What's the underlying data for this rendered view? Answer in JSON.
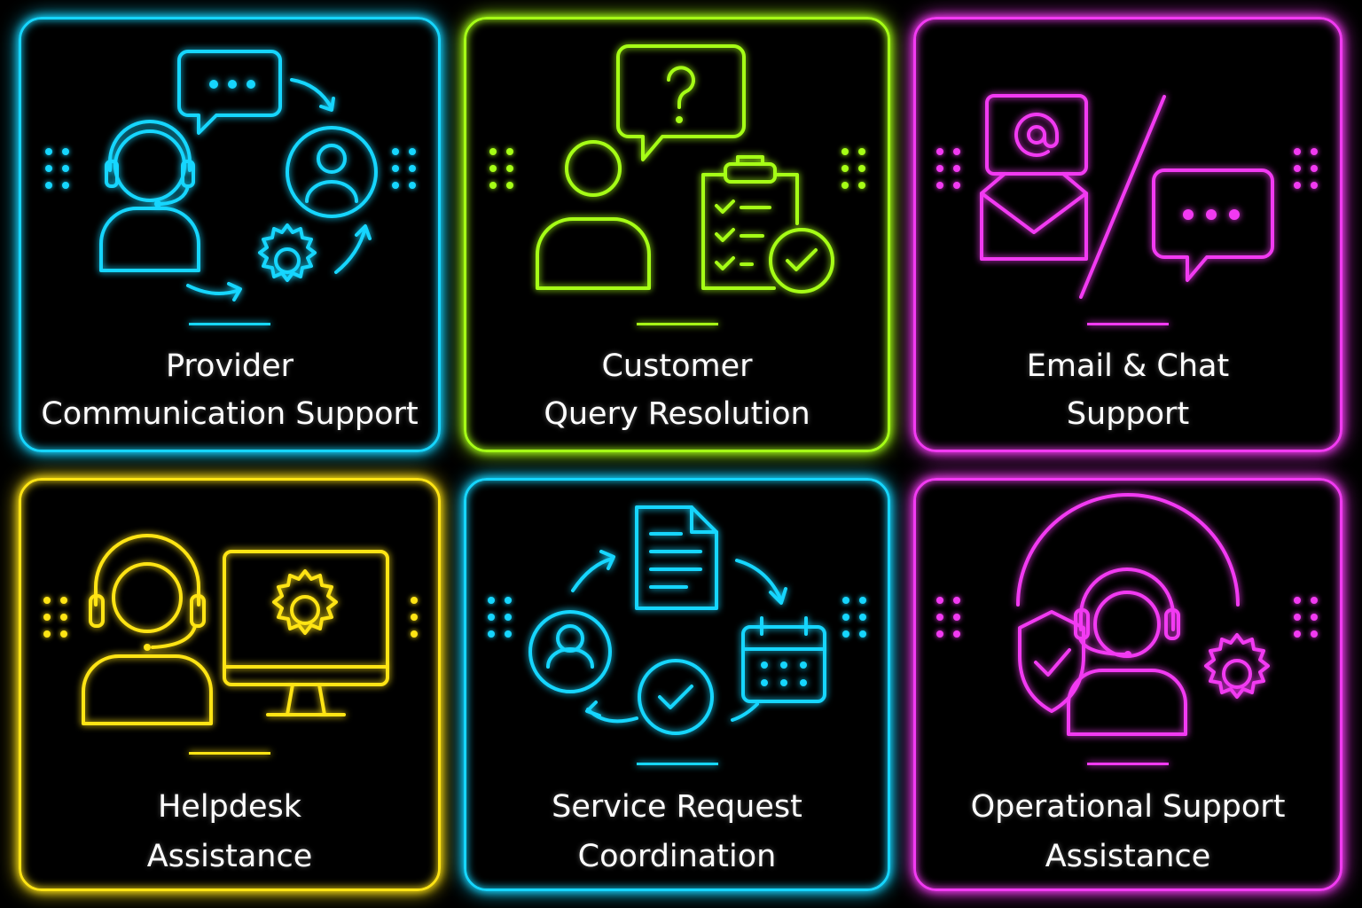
{
  "colors": {
    "cyan": "#16d6ff",
    "lime": "#a6ff16",
    "magenta": "#f23af2",
    "yellow": "#ffe414"
  },
  "cards": [
    {
      "color": "#16d6ff",
      "title_line1": "Provider",
      "title_line2": "Communication Support",
      "icon": "agent-communication-cycle-icon"
    },
    {
      "color": "#a6ff16",
      "title_line1": "Customer",
      "title_line2": "Query Resolution",
      "icon": "query-checklist-icon"
    },
    {
      "color": "#f23af2",
      "title_line1": "Email & Chat",
      "title_line2": "Support",
      "icon": "email-chat-icon"
    },
    {
      "color": "#ffe414",
      "title_line1": "Helpdesk",
      "title_line2": "Assistance",
      "icon": "helpdesk-monitor-icon"
    },
    {
      "color": "#16d6ff",
      "title_line1": "Service Request",
      "title_line2": "Coordination",
      "icon": "service-request-cycle-icon"
    },
    {
      "color": "#f23af2",
      "title_line1": "Operational Support",
      "title_line2": "Assistance",
      "icon": "operational-support-icon"
    }
  ]
}
